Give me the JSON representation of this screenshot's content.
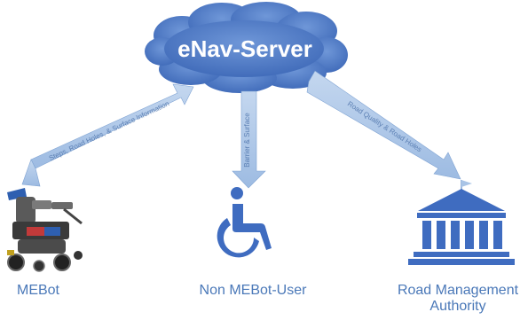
{
  "server": {
    "label": "eNav-Server"
  },
  "links": [
    {
      "label": "Steps, Road Holes, & Surface Information"
    },
    {
      "label": "Barrier & Surface"
    },
    {
      "label": "Road Quality & Road Holes"
    }
  ],
  "nodes": {
    "mebot": {
      "label": "MEBot"
    },
    "user": {
      "label": "Non MEBot-User"
    },
    "authority": {
      "line1": "Road Management",
      "line2": "Authority"
    }
  },
  "colors": {
    "cloud_fill": "#4472c4",
    "cloud_stroke": "#355fa6",
    "arrow_fill": "#a9c4e6",
    "arrow_stroke": "#7fa3d3",
    "arrow_text": "#5b7fb3",
    "icon_blue": "#3f6cc0",
    "label_text": "#4a78b8"
  }
}
